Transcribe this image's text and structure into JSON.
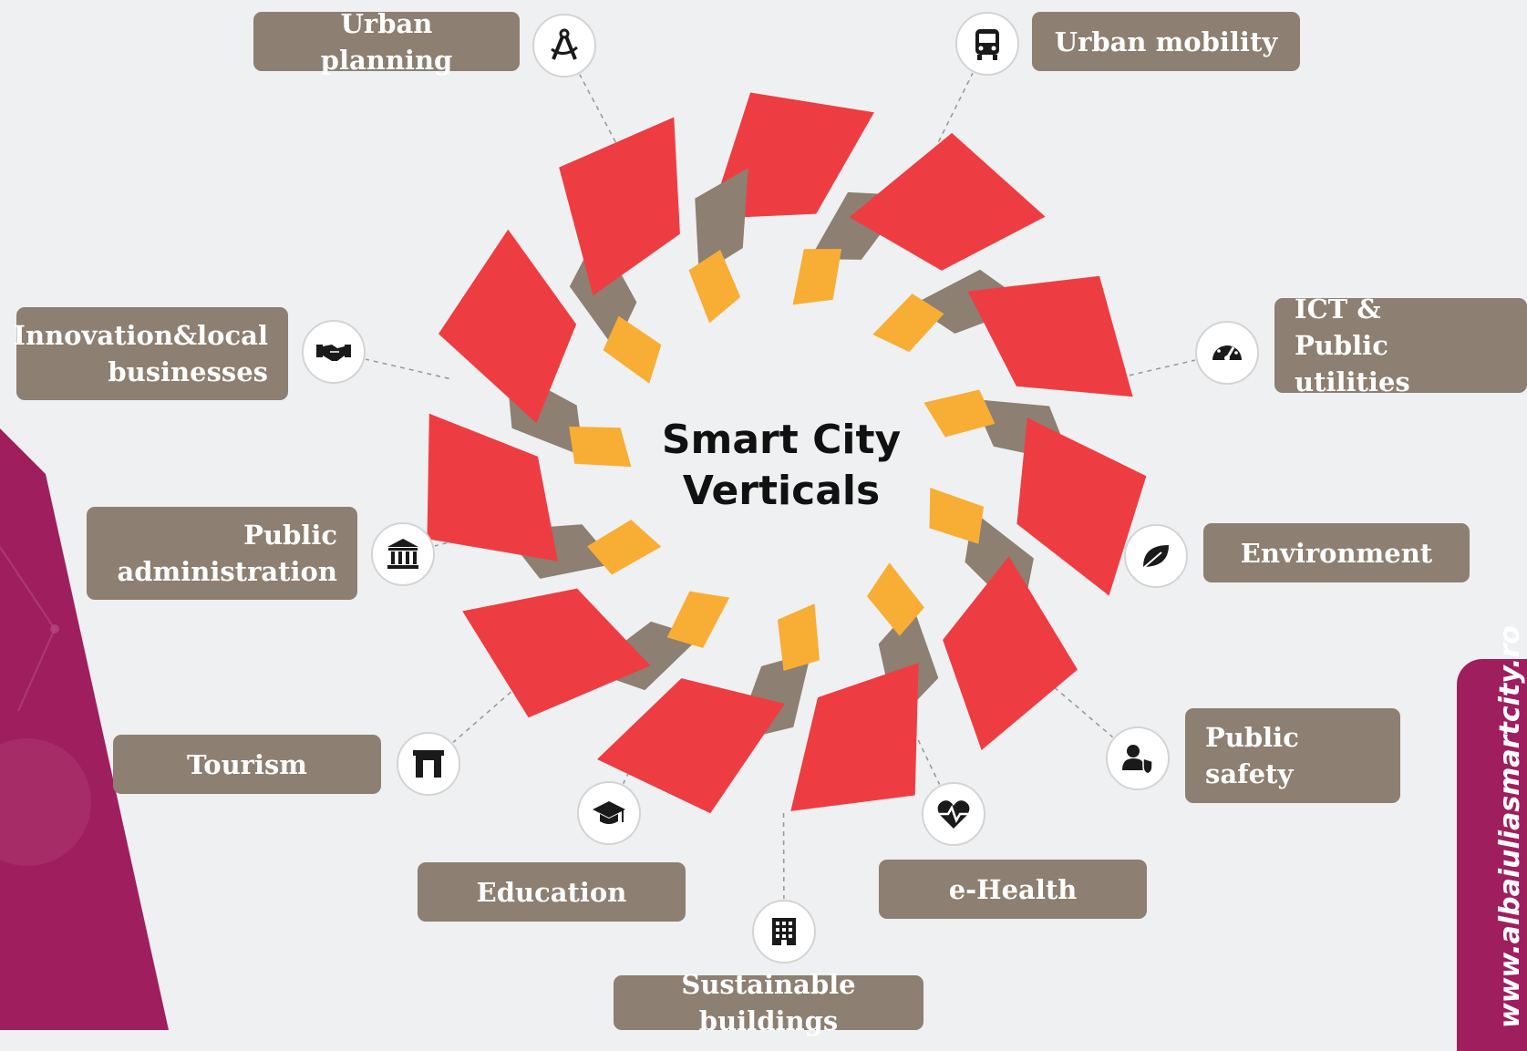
{
  "center": {
    "line1": "Smart City",
    "line2": "Verticals"
  },
  "watermark": {
    "url": "www.albaiuliasmartcity.ro"
  },
  "verticals": [
    {
      "icon": "drafting-compass-icon",
      "lines": [
        "Urban planning"
      ]
    },
    {
      "icon": "bus-icon",
      "lines": [
        "Urban mobility"
      ]
    },
    {
      "icon": "gauge-icon",
      "lines": [
        "ICT &",
        "Public utilities"
      ]
    },
    {
      "icon": "leaf-icon",
      "lines": [
        "Environment"
      ]
    },
    {
      "icon": "user-shield-icon",
      "lines": [
        "Public",
        "safety"
      ]
    },
    {
      "icon": "heartbeat-icon",
      "lines": [
        "e-Health"
      ]
    },
    {
      "icon": "building-icon",
      "lines": [
        "Sustainable buildings"
      ]
    },
    {
      "icon": "graduation-cap-icon",
      "lines": [
        "Education"
      ]
    },
    {
      "icon": "arch-icon",
      "lines": [
        "Tourism"
      ]
    },
    {
      "icon": "columns-icon",
      "lines": [
        "Public",
        "administration"
      ]
    },
    {
      "icon": "handshake-icon",
      "lines": [
        "Innovation&local",
        "businesses"
      ]
    }
  ],
  "colors": {
    "background": "#eef0f1",
    "label_fill": "#8d7f71",
    "red": "#ee3d42",
    "taupe": "#8d7f71",
    "yellow": "#f8ae34",
    "magenta": "#9f1f5e"
  }
}
